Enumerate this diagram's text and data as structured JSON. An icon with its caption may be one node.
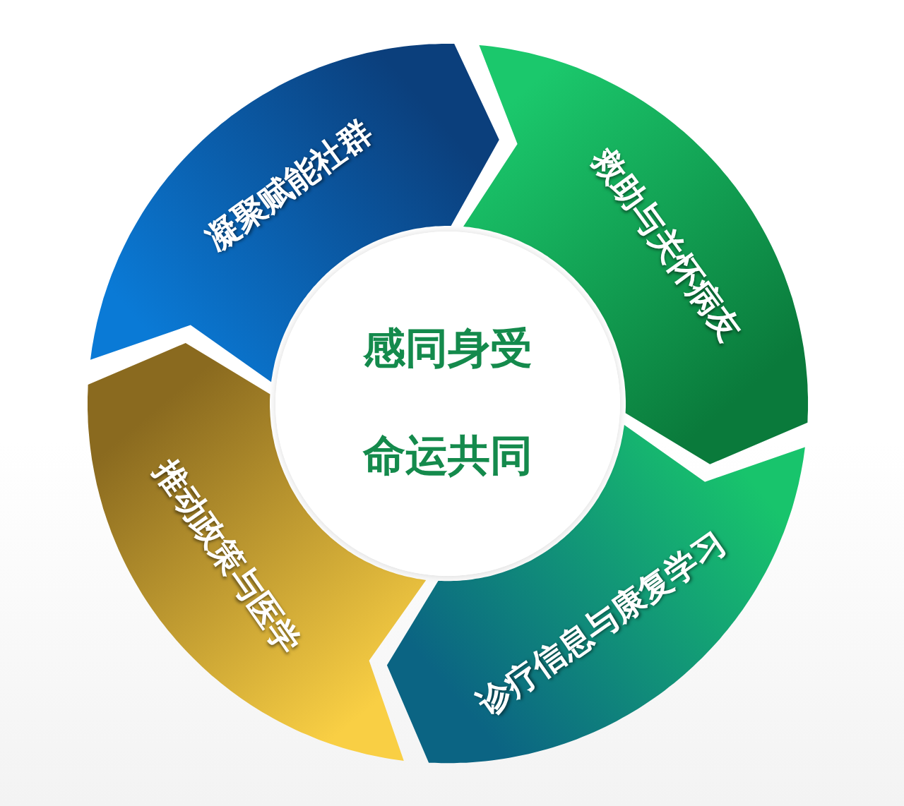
{
  "diagram": {
    "nodes": [
      {
        "text": [
          "凝聚赋能社群"
        ]
      },
      {
        "text": [
          "救助与关怀病友"
        ]
      },
      {
        "text": [
          "诊疗信息与康复学习"
        ]
      },
      {
        "text": [
          "推动政策与医学"
        ]
      },
      {
        "text": [
          "感同身受",
          "命运共同"
        ]
      }
    ]
  }
}
